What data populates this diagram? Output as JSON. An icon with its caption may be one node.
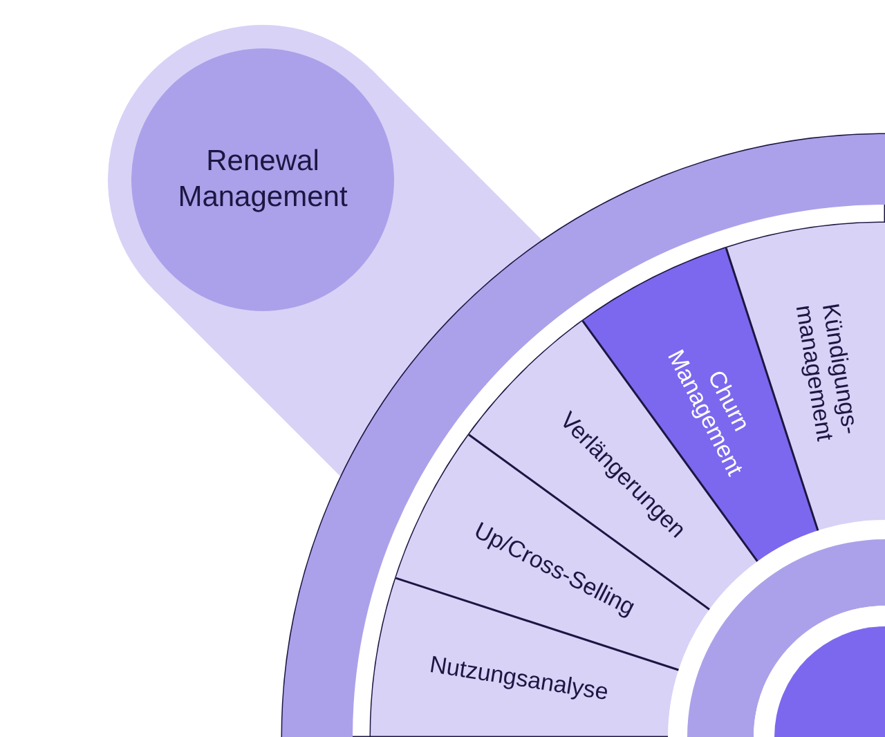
{
  "diagram": {
    "nodes": [
      {
        "text": [
          "Renewal Management"
        ]
      },
      {
        "text": [
          "Nutzungsanalyse"
        ]
      },
      {
        "text": [
          "Up/Cross-Selling"
        ]
      },
      {
        "text": [
          "Verlängerungen"
        ]
      },
      {
        "text": [
          "Churn Management"
        ]
      },
      {
        "text": [
          "Kündigungs- management"
        ]
      }
    ]
  }
}
